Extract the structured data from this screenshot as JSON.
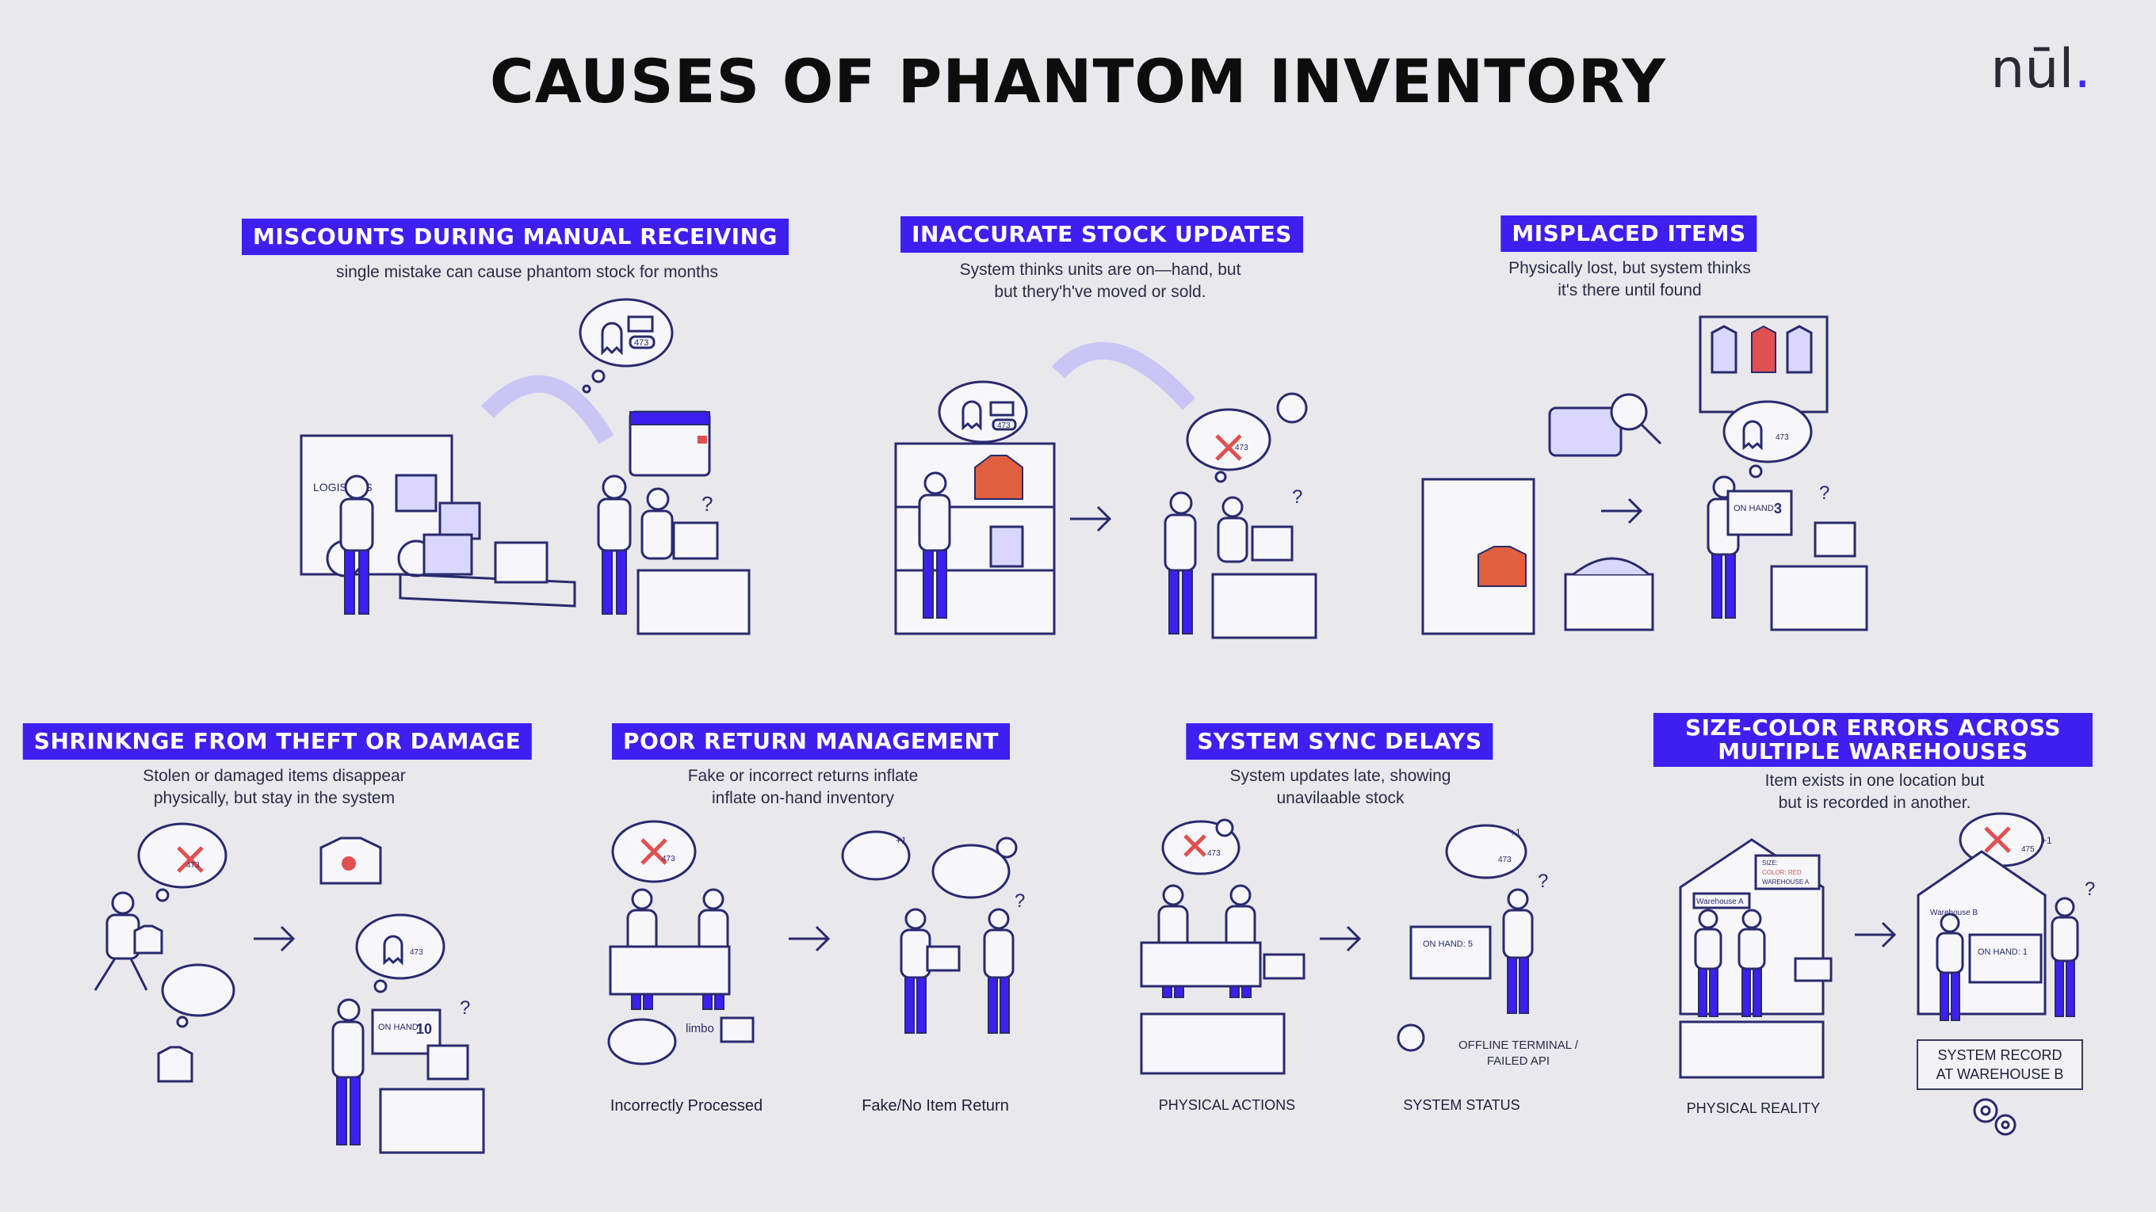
{
  "title": "CAUSES OF PHANTOM INVENTORY",
  "logo": {
    "text": "nūl",
    "dot": "."
  },
  "colors": {
    "accent": "#3d1ff0",
    "background": "#e9e8ec",
    "error": "#e05050"
  },
  "panels": [
    {
      "heading": "MISCOUNTS DURING MANUAL RECEIVING",
      "sub": [
        "single mistake can cause phantom stock for months"
      ],
      "badge": "473",
      "truck_label": "LOGISTICS"
    },
    {
      "heading": "INACCURATE STOCK UPDATES",
      "sub": [
        "System thinks units are on—hand, but",
        "but thery'h've moved or sold."
      ],
      "badge": "473"
    },
    {
      "heading": "MISPLACED ITEMS",
      "sub": [
        "Physically lost, but system thinks",
        "it's there until found"
      ],
      "badge": "473",
      "screen_label": "ON HAND:",
      "screen_value": "3"
    },
    {
      "heading": "SHRINKNGE FROM THEFT OR DAMAGE",
      "sub": [
        "Stolen or damaged items  disappear",
        "physically, but stay in the system"
      ],
      "badge": "473",
      "screen_label": "ON HAND:",
      "screen_value": "10"
    },
    {
      "heading": "POOR RETURN MANAGEMENT",
      "sub": [
        "Fake or incorrect returns inflate",
        "inflate on-hand inventory"
      ],
      "badge": "473",
      "limbo": "limbo",
      "plus": "+1",
      "captions": [
        "Incorrectly Processed",
        "Fake/No Item Return"
      ]
    },
    {
      "heading": "SYSTEM SYNC DELAYS",
      "sub": [
        "System updates late, showing",
        "unavilaable stock"
      ],
      "badge": "473",
      "plus": "+1",
      "screen_text": "ON HAND: 5",
      "offline": [
        "OFFLINE TERMINAL /",
        "FAILED API"
      ],
      "captions": [
        "PHYSICAL ACTIONS",
        "SYSTEM STATUS"
      ]
    },
    {
      "heading": [
        "SIZE-COLOR ERRORS ACROSS",
        "MULTIPLE WAREHOUSES"
      ],
      "sub": [
        "Item exists in one location but",
        "but is recorded in another."
      ],
      "badge": "475",
      "plus": "+1",
      "tag_lines": [
        "SIZE:",
        "COLOR: RED",
        "WAREHOUSE A"
      ],
      "warehouse_a": "Warehouse A",
      "warehouse_b": "Warehouse B",
      "screen_text": "ON HAND: 1",
      "captions": [
        "PHYSICAL REALITY"
      ],
      "record_box": [
        "SYSTEM RECORD",
        "AT WAREHOUSE B"
      ]
    }
  ]
}
